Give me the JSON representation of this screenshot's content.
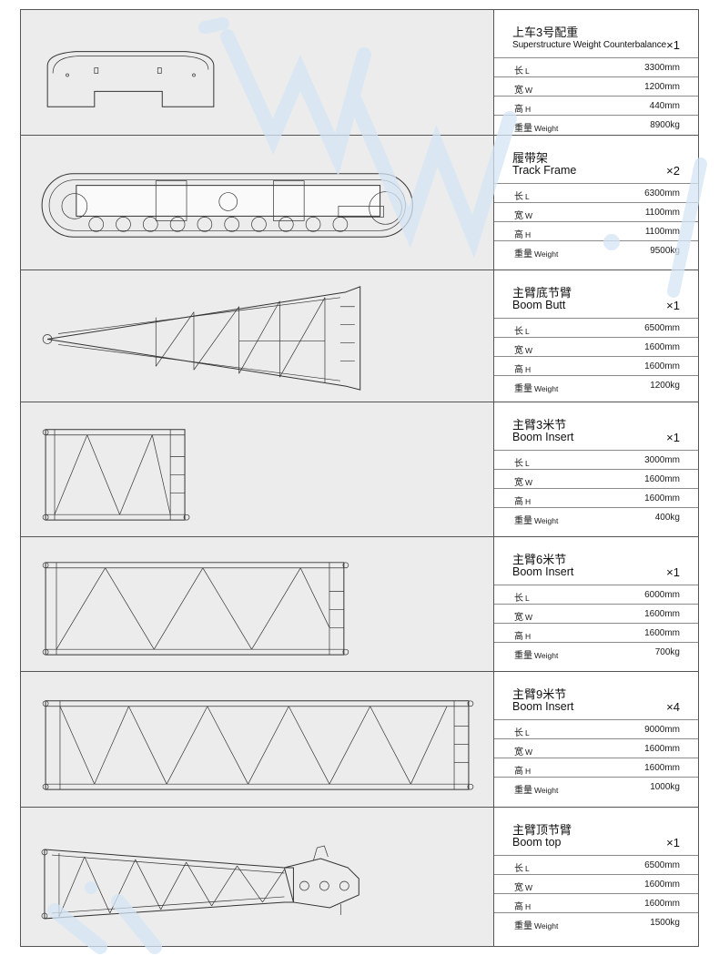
{
  "components": [
    {
      "name_cn": "上车3号配重",
      "name_en": "Superstructure Weight Counterbalance",
      "qty": "×1",
      "length": "3300mm",
      "width": "1200mm",
      "height": "440mm",
      "weight": "8900kg"
    },
    {
      "name_cn": "履带架",
      "name_en": "Track Frame",
      "qty": "×2",
      "length": "6300mm",
      "width": "1100mm",
      "height": "1100mm",
      "weight": "9500kg"
    },
    {
      "name_cn": "主臂底节臂",
      "name_en": "Boom Butt",
      "qty": "×1",
      "length": "6500mm",
      "width": "1600mm",
      "height": "1600mm",
      "weight": "1200kg"
    },
    {
      "name_cn": "主臂3米节",
      "name_en": "Boom Insert",
      "qty": "×1",
      "length": "3000mm",
      "width": "1600mm",
      "height": "1600mm",
      "weight": "400kg"
    },
    {
      "name_cn": "主臂6米节",
      "name_en": "Boom Insert",
      "qty": "×1",
      "length": "6000mm",
      "width": "1600mm",
      "height": "1600mm",
      "weight": "700kg"
    },
    {
      "name_cn": "主臂9米节",
      "name_en": "Boom Insert",
      "qty": "×4",
      "length": "9000mm",
      "width": "1600mm",
      "height": "1600mm",
      "weight": "1000kg"
    },
    {
      "name_cn": "主臂顶节臂",
      "name_en": "Boom top",
      "qty": "×1",
      "length": "6500mm",
      "width": "1600mm",
      "height": "1600mm",
      "weight": "1500kg"
    }
  ],
  "labels": {
    "length_cn": "长",
    "length_en": "L",
    "width_cn": "宽",
    "width_en": "W",
    "height_cn": "高",
    "height_en": "H",
    "weight_cn": "重量",
    "weight_en": "Weight"
  },
  "colors": {
    "drawing_bg": "#ececec",
    "watermark": "#d4e6f5",
    "line": "#333333"
  }
}
